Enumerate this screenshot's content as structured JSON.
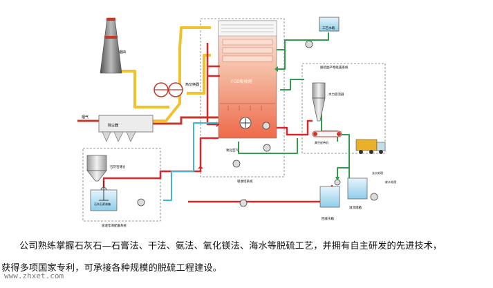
{
  "diagram": {
    "labels": {
      "chimney": "烟囱",
      "heat_exchanger": "热交换器",
      "fgd_tower": "FGD吸收塔",
      "flue_gas": "烟气",
      "dust_collector": "除尘器",
      "process_tank": "工艺水箱",
      "dewatering_system": "脱硫副产物处置系统",
      "hydrocyclone": "水力旋流器",
      "belt_filter": "真空皮带机",
      "limestone_silo": "石灰石储仓",
      "slurry_tank": "石灰石浆液箱",
      "slurry_system": "吸收浆液配置系统",
      "oxidation_air": "氧化空气",
      "absorber_system": "吸收塔系统",
      "return_tank": "回收水箱",
      "wastewater": "去水处理",
      "overflow_tank": "溢流储箱",
      "wastewater_out": "废水处理"
    }
  },
  "caption": {
    "line1": "公司熟练掌握石灰石—石膏法、干法、氨法、氧化镁法、海水等脱硫工艺，并拥有自主研发的先进技术，",
    "line2": "获得多项国家专利，可承接各种规模的脱硫工程建设。"
  },
  "watermark": "www.zhxet.com",
  "colors": {
    "flue_gas": "#f2c12e",
    "slurry": "#d9262a",
    "water": "#2e9e4a",
    "clean_water": "#3fb8d8",
    "tower": "#f07a5a"
  }
}
